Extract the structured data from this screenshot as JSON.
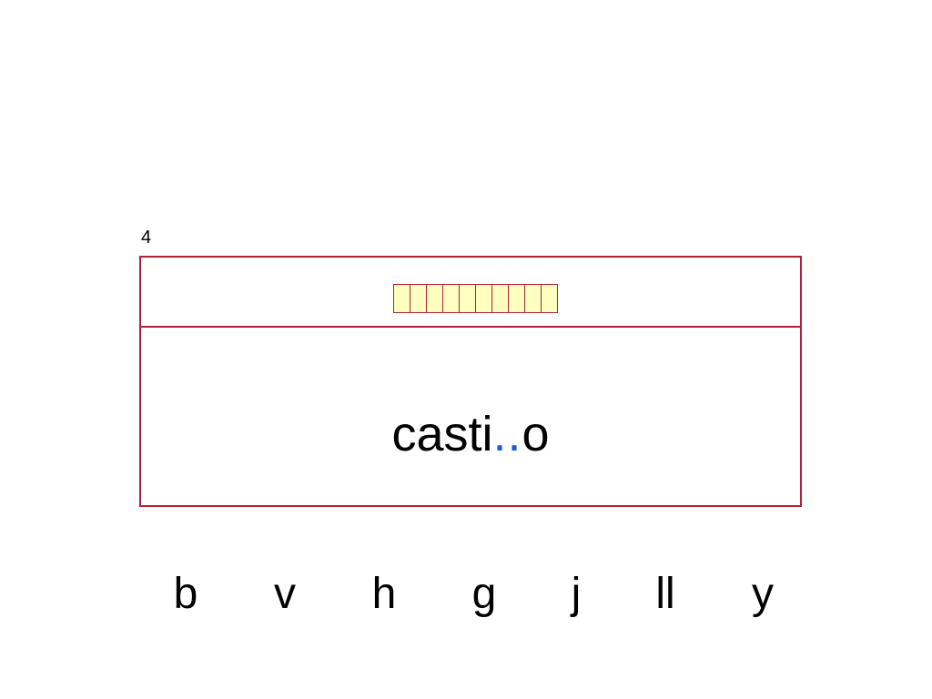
{
  "exercise": {
    "number": "4",
    "word": {
      "prefix": "casti",
      "blank": "..",
      "suffix": "o"
    },
    "tile_count": 10
  },
  "choices": [
    "b",
    "v",
    "h",
    "g",
    "j",
    "ll",
    "y"
  ],
  "colors": {
    "frame": "#b22234",
    "tile_fill": "#ffffc0",
    "blank": "#1e5bd6"
  }
}
